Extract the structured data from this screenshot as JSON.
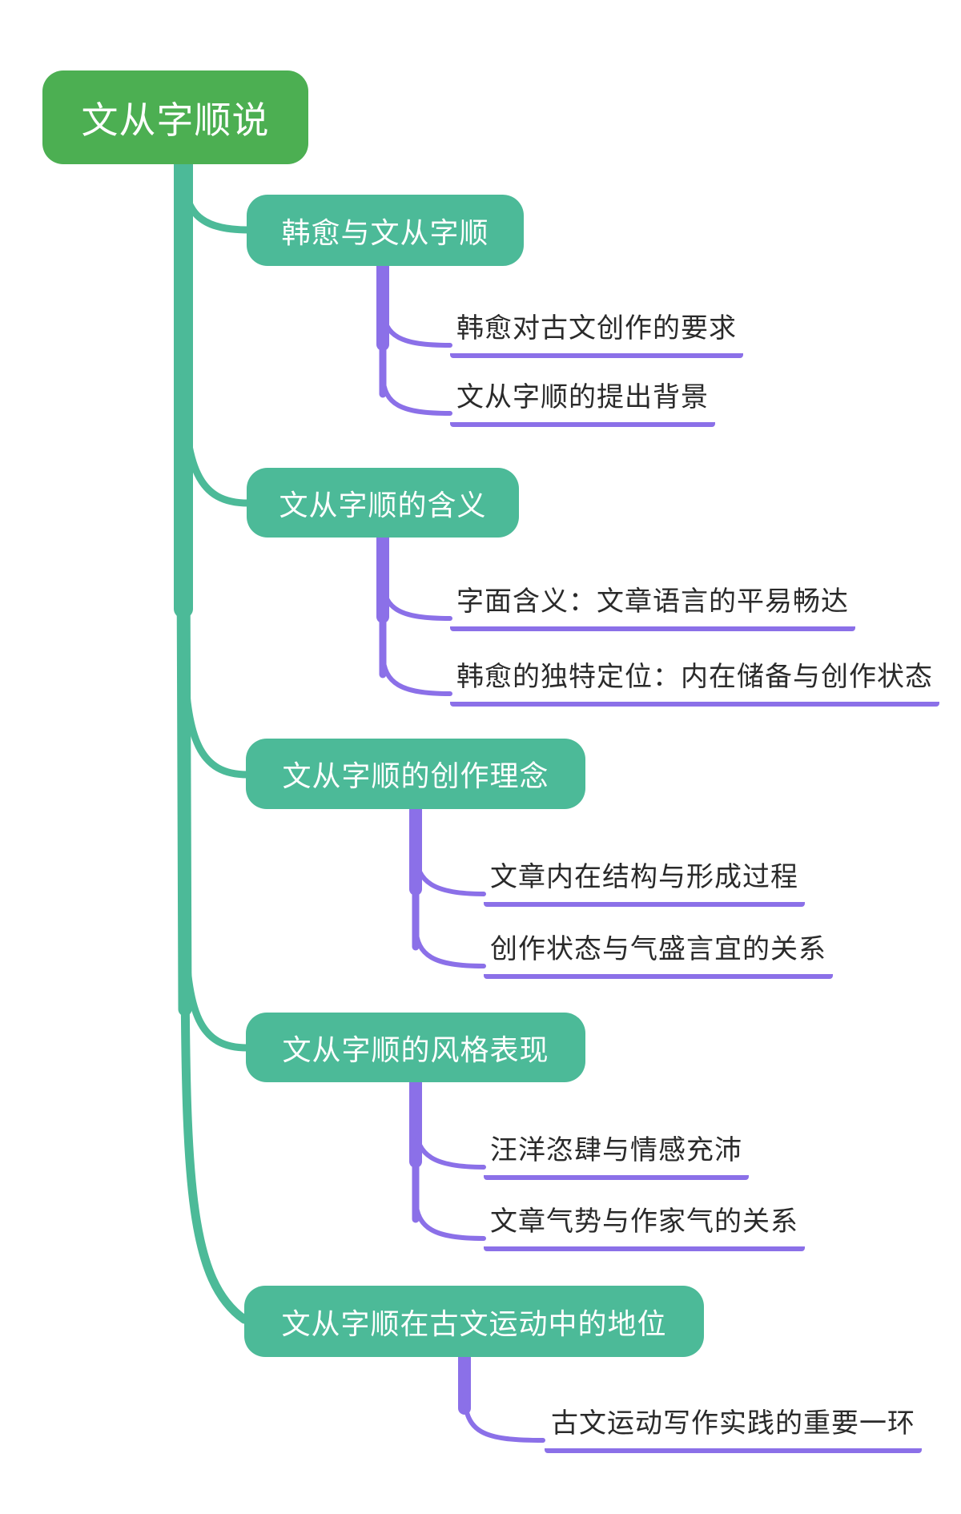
{
  "colors": {
    "root_green": "#4caf52",
    "branch_teal": "#4cba98",
    "connector_purple": "#8b70e8",
    "leaf_text": "#2a2a2a",
    "background": "#ffffff"
  },
  "mindmap": {
    "root": {
      "label": "文从字顺说"
    },
    "branches": [
      {
        "label": "韩愈与文从字顺",
        "children": [
          {
            "label": "韩愈对古文创作的要求"
          },
          {
            "label": "文从字顺的提出背景"
          }
        ]
      },
      {
        "label": "文从字顺的含义",
        "children": [
          {
            "label": "字面含义：文章语言的平易畅达"
          },
          {
            "label": "韩愈的独特定位：内在储备与创作状态"
          }
        ]
      },
      {
        "label": "文从字顺的创作理念",
        "children": [
          {
            "label": "文章内在结构与形成过程"
          },
          {
            "label": "创作状态与气盛言宜的关系"
          }
        ]
      },
      {
        "label": "文从字顺的风格表现",
        "children": [
          {
            "label": "汪洋恣肆与情感充沛"
          },
          {
            "label": "文章气势与作家气的关系"
          }
        ]
      },
      {
        "label": "文从字顺在古文运动中的地位",
        "children": [
          {
            "label": "古文运动写作实践的重要一环"
          }
        ]
      }
    ]
  }
}
